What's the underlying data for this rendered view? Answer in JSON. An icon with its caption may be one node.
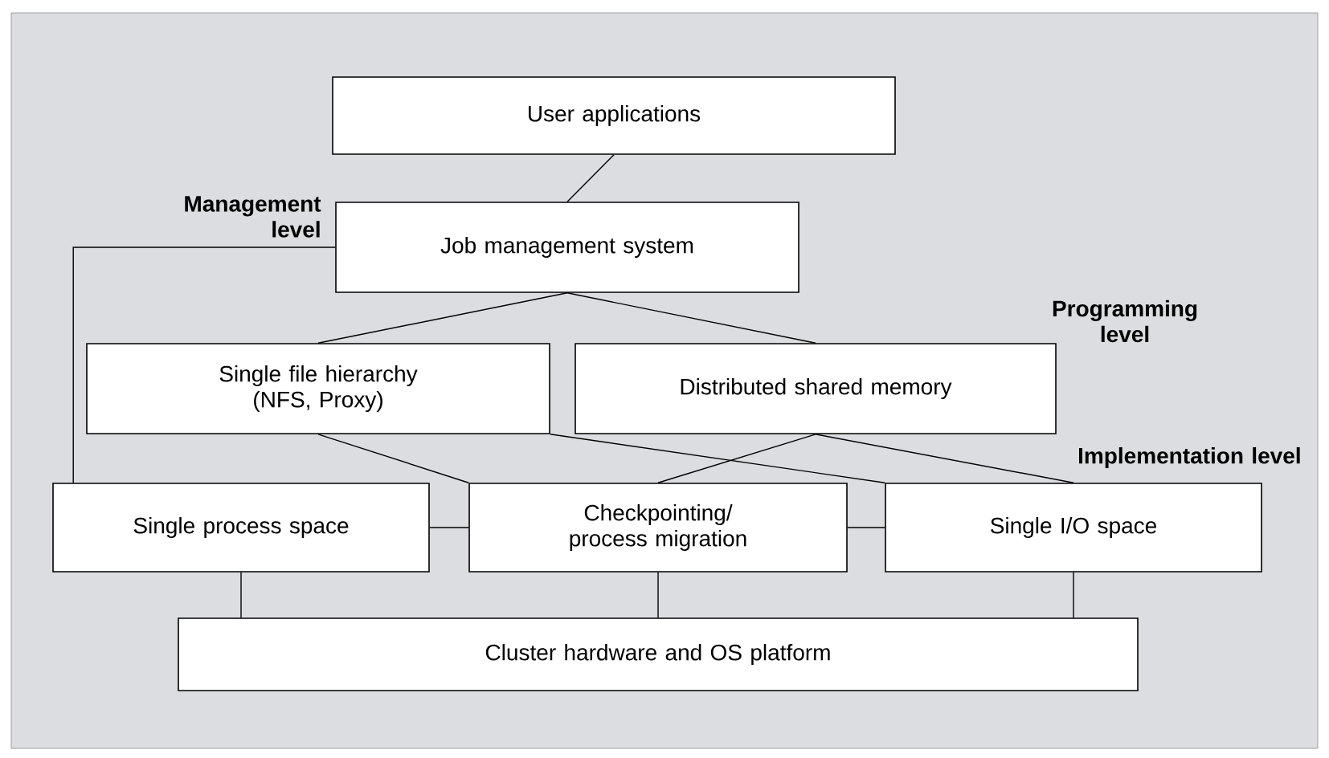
{
  "diagram": {
    "nodes": [
      {
        "text": [
          "User applications"
        ]
      },
      {
        "text": [
          "Job management system"
        ]
      },
      {
        "text": [
          "Single file hierarchy (NFS, Proxy)"
        ]
      },
      {
        "text": [
          "Distributed shared memory"
        ]
      },
      {
        "text": [
          "Single process space"
        ]
      },
      {
        "text": [
          "Checkpointing/ process migration"
        ]
      },
      {
        "text": [
          "Single I/O space"
        ]
      },
      {
        "text": [
          "Cluster hardware and OS platform"
        ]
      }
    ],
    "edges": [
      {
        "from": 0,
        "to": 1,
        "arrow": "none"
      },
      {
        "from": 1,
        "to": 2,
        "arrow": "none"
      },
      {
        "from": 1,
        "to": 3,
        "arrow": "none"
      },
      {
        "from": 1,
        "to": 4,
        "arrow": "none"
      },
      {
        "from": 2,
        "to": 5,
        "arrow": "none"
      },
      {
        "from": 2,
        "to": 6,
        "arrow": "none"
      },
      {
        "from": 3,
        "to": 5,
        "arrow": "none"
      },
      {
        "from": 3,
        "to": 6,
        "arrow": "none"
      },
      {
        "from": 4,
        "to": 5,
        "arrow": "none"
      },
      {
        "from": 5,
        "to": 6,
        "arrow": "none"
      },
      {
        "from": 4,
        "to": 7,
        "arrow": "none"
      },
      {
        "from": 5,
        "to": 7,
        "arrow": "none"
      },
      {
        "from": 6,
        "to": 7,
        "arrow": "none"
      }
    ],
    "labels": [
      "Management level",
      "Programming level",
      "Implementation level"
    ]
  }
}
